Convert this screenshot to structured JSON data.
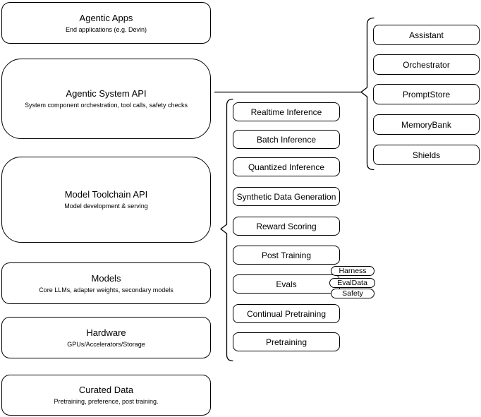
{
  "diagram": {
    "left_stack": [
      {
        "title": "Agentic Apps",
        "subtitle": "End applications (e.g. Devin)"
      },
      {
        "title": "Agentic System API",
        "subtitle": "System component orchestration, tool calls, safety checks"
      },
      {
        "title": "Model Toolchain API",
        "subtitle": "Model development & serving"
      },
      {
        "title": "Models",
        "subtitle": "Core LLMs, adapter weights, secondary models"
      },
      {
        "title": "Hardware",
        "subtitle": "GPUs/Accelerators/Storage"
      },
      {
        "title": "Curated Data",
        "subtitle": "Pretraining, preference, post training."
      }
    ],
    "toolchain_items": [
      "Realtime Inference",
      "Batch Inference",
      "Quantized Inference",
      "Synthetic Data Generation",
      "Reward Scoring",
      "Post Training",
      "Evals",
      "Continual Pretraining",
      "Pretraining"
    ],
    "eval_tags": [
      "Harness",
      "EvalData",
      "Safety"
    ],
    "system_components": [
      "Assistant",
      "Orchestrator",
      "PromptStore",
      "MemoryBank",
      "Shields"
    ],
    "colors": {
      "border": "#000000",
      "fill": "#ffffff",
      "background": "#ffffff",
      "text": "#000000"
    }
  }
}
